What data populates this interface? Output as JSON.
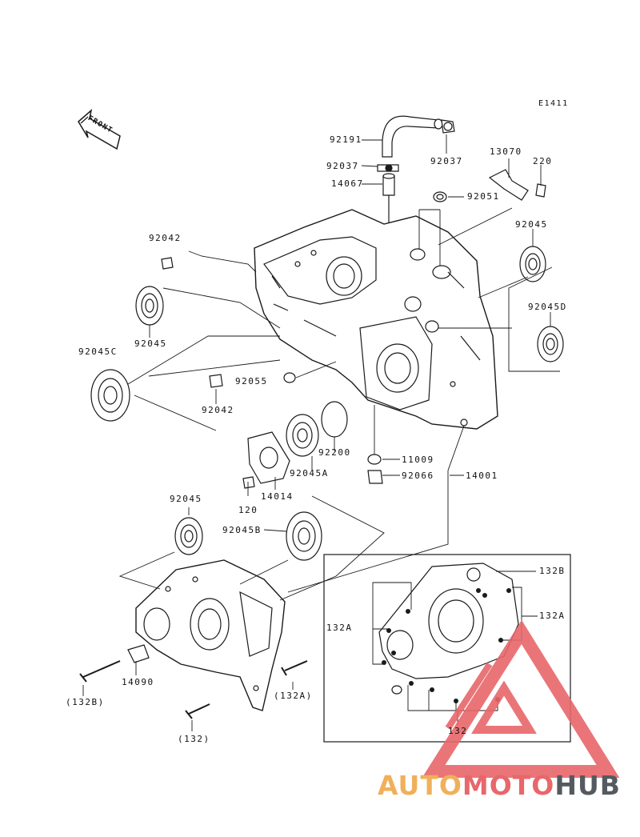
{
  "diagram": {
    "code": "E1411",
    "front_label": "FRONT",
    "parts": [
      {
        "id": "p92191",
        "text": "92191"
      },
      {
        "id": "p92037a",
        "text": "92037"
      },
      {
        "id": "p92037b",
        "text": "92037"
      },
      {
        "id": "p14067",
        "text": "14067"
      },
      {
        "id": "p13070",
        "text": "13070"
      },
      {
        "id": "p220",
        "text": "220"
      },
      {
        "id": "p92051",
        "text": "92051"
      },
      {
        "id": "p92042a",
        "text": "92042"
      },
      {
        "id": "p92045a",
        "text": "92045"
      },
      {
        "id": "p92045b",
        "text": "92045"
      },
      {
        "id": "p92045D",
        "text": "92045D"
      },
      {
        "id": "p92045C",
        "text": "92045C"
      },
      {
        "id": "p92055",
        "text": "92055"
      },
      {
        "id": "p92042b",
        "text": "92042"
      },
      {
        "id": "p92200",
        "text": "92200"
      },
      {
        "id": "p92045A",
        "text": "92045A"
      },
      {
        "id": "p11009",
        "text": "11009"
      },
      {
        "id": "p92066",
        "text": "92066"
      },
      {
        "id": "p14001",
        "text": "14001"
      },
      {
        "id": "p120",
        "text": "120"
      },
      {
        "id": "p14014",
        "text": "14014"
      },
      {
        "id": "p92045c",
        "text": "92045"
      },
      {
        "id": "p92045B",
        "text": "92045B"
      },
      {
        "id": "p132B",
        "text": "132B"
      },
      {
        "id": "p132A",
        "text": "132A"
      },
      {
        "id": "p132A2",
        "text": "132A"
      },
      {
        "id": "p132",
        "text": "132"
      },
      {
        "id": "p14090",
        "text": "14090"
      },
      {
        "id": "pp132B",
        "text": "(132B)"
      },
      {
        "id": "pp132A",
        "text": "(132A)"
      },
      {
        "id": "pp132",
        "text": "(132)"
      }
    ]
  },
  "watermark": {
    "part1": "AUTO",
    "part2": "MOTO",
    "part3": "HUB",
    "color_orange": "#f0b05a",
    "color_red": "#e8676b",
    "color_gray": "#555a60"
  }
}
